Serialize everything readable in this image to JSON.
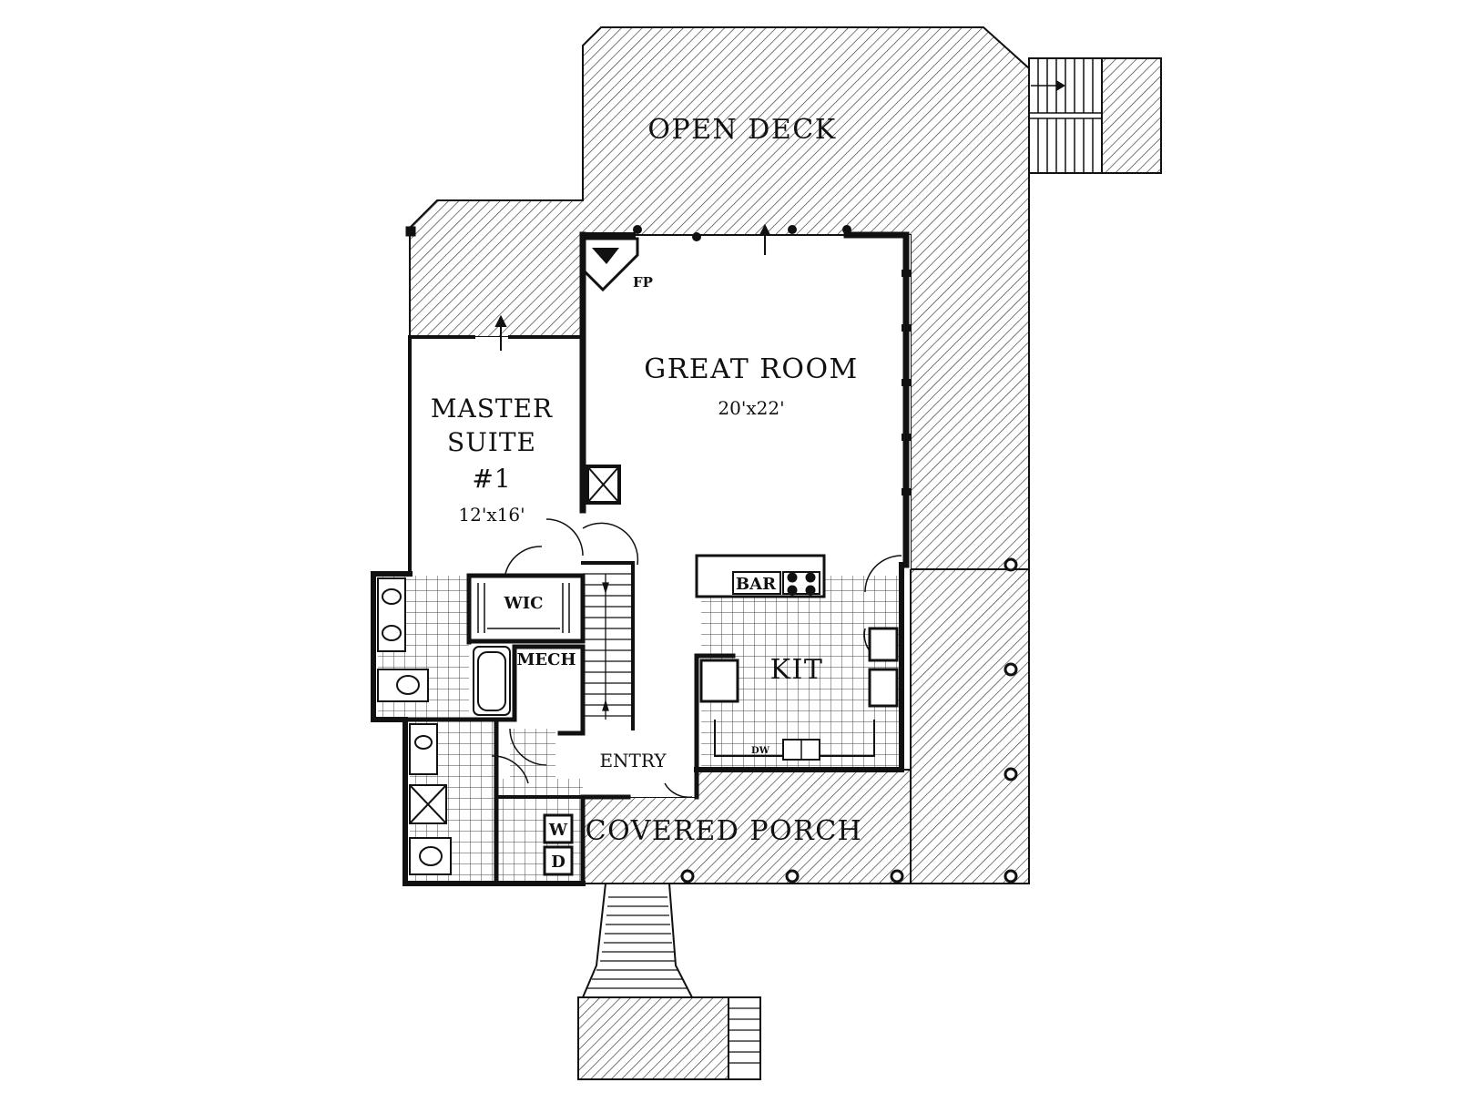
{
  "plan": {
    "open_deck": "OPEN DECK",
    "great_room": "GREAT ROOM",
    "great_room_dim": "20'x22'",
    "master_suite_line1": "MASTER",
    "master_suite_line2": "SUITE",
    "master_suite_line3": "#1",
    "master_suite_dim": "12'x16'",
    "fp": "FP",
    "wic": "WIC",
    "mech": "MECH",
    "bar": "BAR",
    "kit": "KIT",
    "dw": "DW",
    "entry": "ENTRY",
    "covered_porch": "COVERED PORCH",
    "washer": "W",
    "dryer": "D"
  },
  "colors": {
    "ink": "#111111",
    "paper": "#ffffff"
  }
}
